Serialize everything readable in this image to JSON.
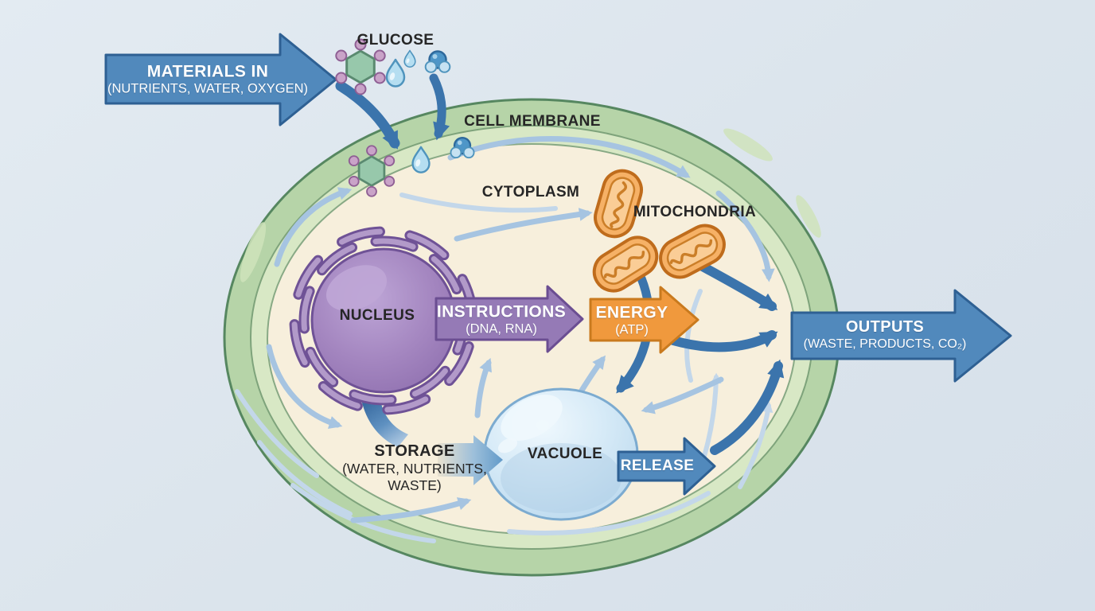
{
  "labels": {
    "glucose": "GLUCOSE",
    "cell_membrane": "CELL MEMBRANE",
    "cytoplasm": "CYTOPLASM",
    "mitochondria": "MITOCHONDRIA",
    "nucleus": "NUCLEUS",
    "vacuole": "VACUOLE"
  },
  "storage": {
    "title": "STORAGE",
    "line1": "(WATER, NUTRIENTS,",
    "line2": "WASTE)"
  },
  "arrows": {
    "materials_in": {
      "title": "MATERIALS IN",
      "subtitle": "(NUTRIENTS, WATER, OXYGEN)"
    },
    "instructions": {
      "title": "INSTRUCTIONS",
      "subtitle": "(DNA, RNA)"
    },
    "energy": {
      "title": "ENERGY",
      "subtitle": "(ATP)"
    },
    "outputs": {
      "title": "OUTPUTS",
      "subtitle": "(WASTE, PRODUCTS, CO₂)"
    },
    "release": {
      "title": "RELEASE"
    }
  },
  "icons": {
    "glucose_molecule": "glucose-molecule-icon (hexagon with six side groups)",
    "water_droplet": "water-droplet-icon (teardrop)",
    "water_molecule": "water-molecule-icon (one large + two small circles)",
    "mitochondrion": "mitochondrion-icon (orange bean with cristae)"
  },
  "colors": {
    "background": "#dce5ed",
    "membrane_outer": "#b6d4a8",
    "membrane_outline": "#568760",
    "membrane_inner": "#d8e8c5",
    "cytoplasm": "#f7efdc",
    "block_arrow_blue": "#5189bc",
    "block_arrow_blue_dark": "#2e6093",
    "flow_blue": "#3b74ac",
    "swirl_blue": "#a6c4e1",
    "swirl_faint": "#c3d7ea",
    "instructions_purple": "#957ab6",
    "instructions_purple_dark": "#6b4e92",
    "nucleus_purple": "#a486c0",
    "nucleus_purple_dark": "#6f5296",
    "energy_orange": "#f0993d",
    "energy_orange_dark": "#c97a1e",
    "mitochondria_orange": "#f6b166",
    "mitochondria_orange_dark": "#bf6c1c",
    "vacuole_blue": "#cde4f4",
    "vacuole_outline": "#7cabd0",
    "label_dark": "#262626",
    "label_light": "#ffffff"
  }
}
